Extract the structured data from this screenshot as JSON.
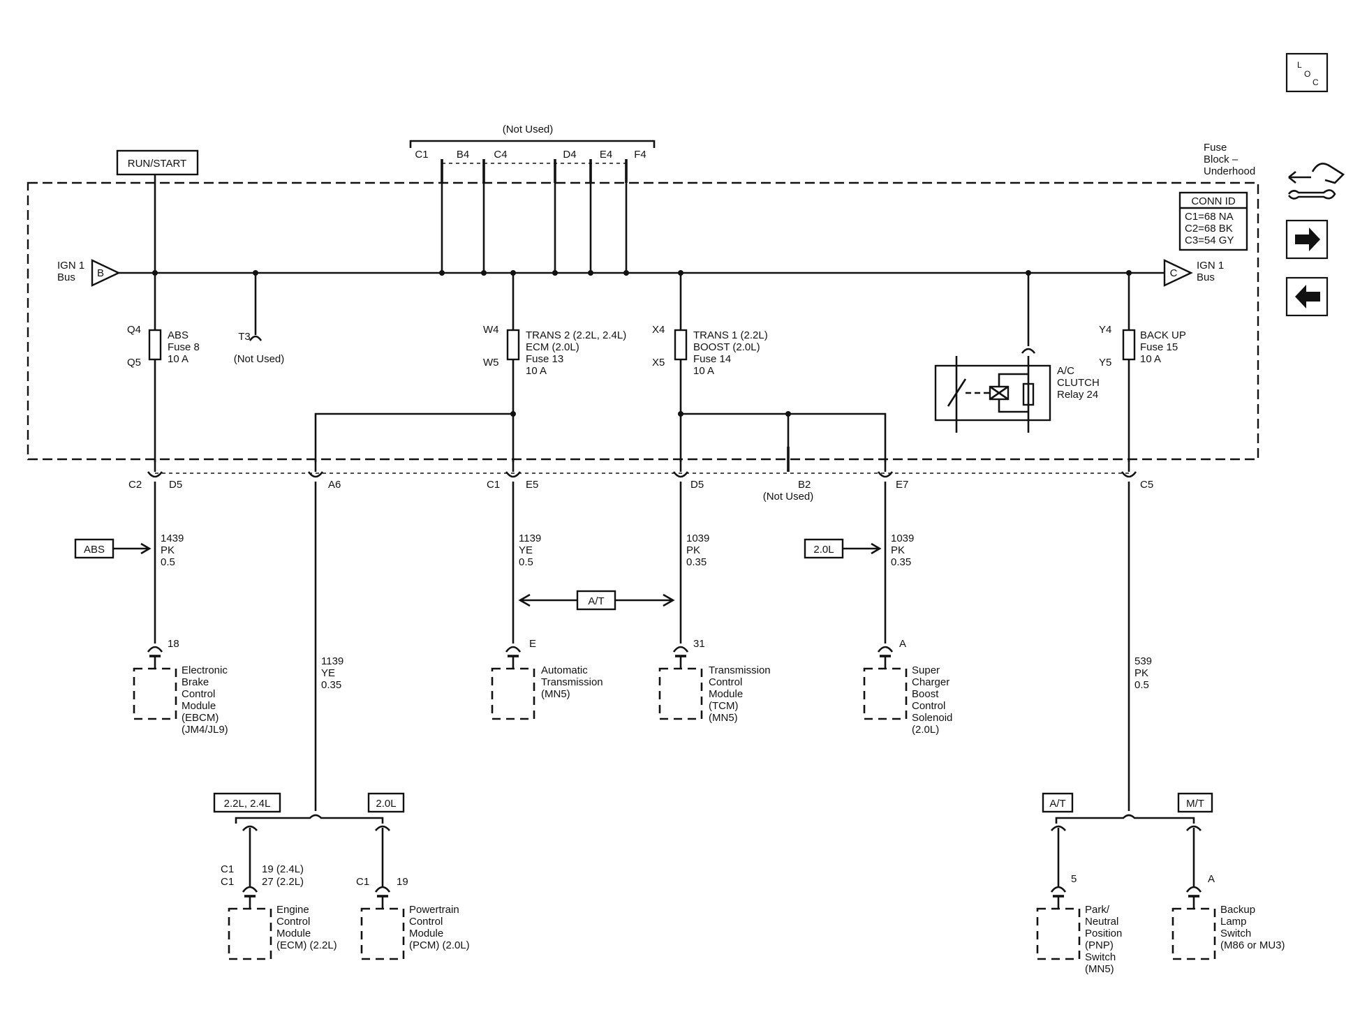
{
  "header": {
    "run_start": "RUN/START",
    "not_used_top": "(Not Used)",
    "top_cavities": [
      "C1",
      "B4",
      "C4",
      "D4",
      "E4",
      "F4"
    ]
  },
  "fuse_block": {
    "title_lines": [
      "Fuse",
      "Block –",
      "Underhood"
    ],
    "conn_id_title": "CONN ID",
    "conn_ids": [
      "C1=68 NA",
      "C2=68 BK",
      "C3=54 GY"
    ]
  },
  "bus": {
    "left_letter": "B",
    "right_letter": "C",
    "label_line1": "IGN 1",
    "label_line2": "Bus"
  },
  "fuses": [
    {
      "top": "Q4",
      "bottom": "Q5",
      "lines": [
        "ABS",
        "Fuse 8",
        "10 A"
      ]
    },
    {
      "top": "W4",
      "bottom": "W5",
      "lines": [
        "TRANS 2 (2.2L, 2.4L)",
        "ECM (2.0L)",
        "Fuse 13",
        "10 A"
      ]
    },
    {
      "top": "X4",
      "bottom": "X5",
      "lines": [
        "TRANS 1 (2.2L)",
        "BOOST (2.0L)",
        "Fuse 14",
        "10 A"
      ]
    },
    {
      "top": "Y4",
      "bottom": "Y5",
      "lines": [
        "BACK UP",
        "Fuse 15",
        "10 A"
      ]
    }
  ],
  "t3": {
    "pin": "T3",
    "status": "(Not Used)"
  },
  "relay": {
    "lines": [
      "A/C",
      "CLUTCH",
      "Relay 24"
    ]
  },
  "connectors": [
    {
      "conn": "C2",
      "pin": "D5"
    },
    {
      "conn": "",
      "pin": "A6"
    },
    {
      "conn": "C1",
      "pin": "E5"
    },
    {
      "conn": "",
      "pin": "D5"
    },
    {
      "conn": "",
      "pin": "B2"
    },
    {
      "conn": "",
      "pin": "E7"
    },
    {
      "conn": "",
      "pin": "C5"
    }
  ],
  "b2_status": "(Not Used)",
  "wires": [
    {
      "circuit": "1439",
      "color": "PK",
      "gauge": "0.5"
    },
    {
      "circuit": "1139",
      "color": "YE",
      "gauge": "0.35"
    },
    {
      "circuit": "1139",
      "color": "YE",
      "gauge": "0.5"
    },
    {
      "circuit": "1039",
      "color": "PK",
      "gauge": "0.35"
    },
    {
      "circuit": "1039",
      "color": "PK",
      "gauge": "0.35"
    },
    {
      "circuit": "539",
      "color": "PK",
      "gauge": "0.5"
    }
  ],
  "option_tags": {
    "abs": "ABS",
    "two_liter": "2.0L",
    "at_mid": "A/T",
    "left_split_a": "2.2L, 2.4L",
    "left_split_b": "2.0L",
    "right_split_a": "A/T",
    "right_split_b": "M/T"
  },
  "components": [
    {
      "pin": "18",
      "lines": [
        "Electronic",
        "Brake",
        "Control",
        "Module",
        "(EBCM)",
        "(JM4/JL9)"
      ]
    },
    {
      "pin": "E",
      "lines": [
        "Automatic",
        "Transmission",
        "(MN5)"
      ]
    },
    {
      "pin": "31",
      "lines": [
        "Transmission",
        "Control",
        "Module",
        "(TCM)",
        "(MN5)"
      ]
    },
    {
      "pin": "A",
      "lines": [
        "Super",
        "Charger",
        "Boost",
        "Control",
        "Solenoid",
        "(2.0L)"
      ]
    },
    {
      "pin_conn": [
        "C1",
        "C1"
      ],
      "pin_lines": [
        "19 (2.4L)",
        "27 (2.2L)"
      ],
      "lines": [
        "Engine",
        "Control",
        "Module",
        "(ECM) (2.2L)"
      ]
    },
    {
      "pin_conn": [
        "C1"
      ],
      "pin_lines": [
        "19"
      ],
      "lines": [
        "Powertrain",
        "Control",
        "Module",
        "(PCM) (2.0L)"
      ]
    },
    {
      "pin": "5",
      "lines": [
        "Park/",
        "Neutral",
        "Position",
        "(PNP)",
        "Switch",
        "(MN5)"
      ]
    },
    {
      "pin": "A",
      "lines": [
        "Backup",
        "Lamp",
        "Switch",
        "(M86 or MU3)"
      ]
    }
  ],
  "nav": {
    "loc_letters": [
      "L",
      "O",
      "C"
    ]
  },
  "icons": [
    "wrench-connector-icon",
    "arrow-right-icon",
    "arrow-left-icon"
  ]
}
